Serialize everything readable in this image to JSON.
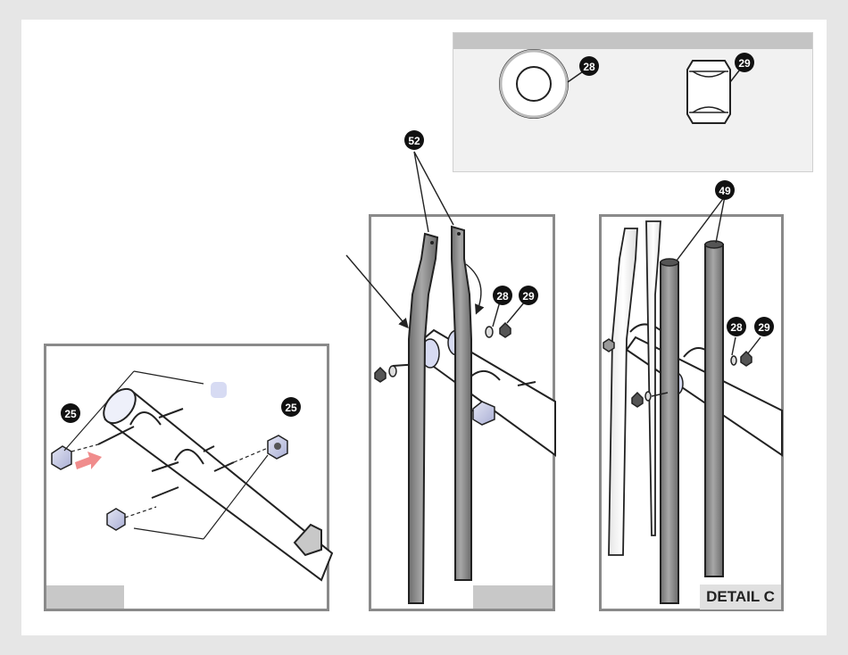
{
  "hardware": [
    {
      "part": "28",
      "icon": "flat-washer-icon"
    },
    {
      "part": "29",
      "icon": "hex-nut-icon"
    }
  ],
  "callouts": {
    "c25a": "25",
    "c25b": "25",
    "c52": "52",
    "c28a": "28",
    "c29a": "29",
    "c49": "49",
    "c28b": "28",
    "c29b": "29"
  },
  "detail_label": "DETAIL C",
  "colors": {
    "tube": "#ffffff",
    "leg_dark": "#8f8f8f",
    "leg_light": "#ffffff",
    "cap": "#c8cce8",
    "arrow": "#f08c8c",
    "outline": "#222222"
  }
}
